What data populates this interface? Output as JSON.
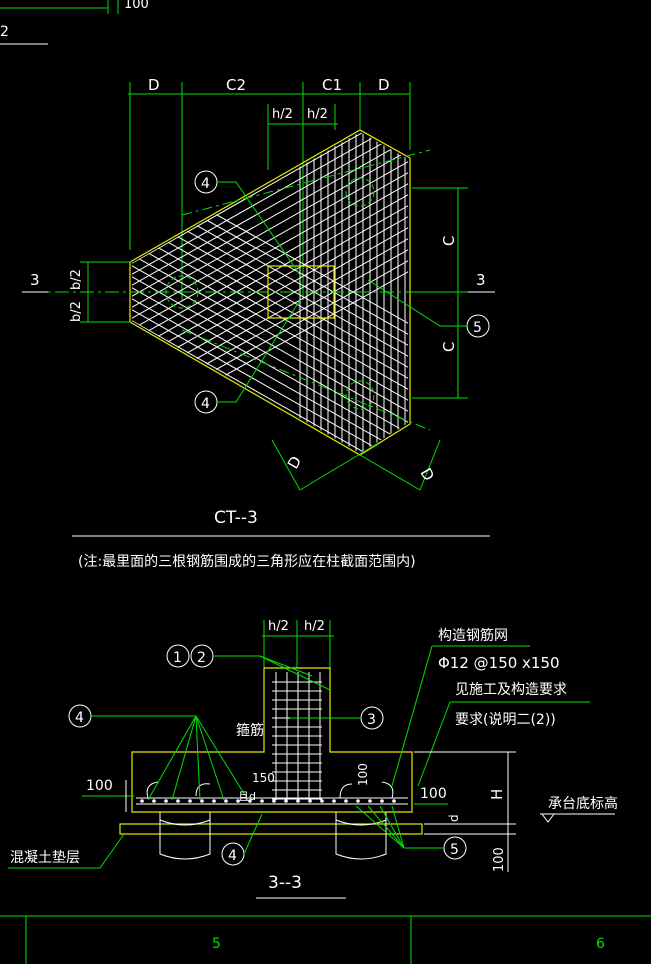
{
  "top_fragment": {
    "label_a": "2",
    "label_b": "100"
  },
  "plan": {
    "title": "CT--3",
    "note": "(注:最里面的三根钢筋围成的三角形应在柱截面范围内)",
    "dims_top": [
      "D",
      "C2",
      "C1",
      "D"
    ],
    "dims_half": [
      "h/2",
      "h/2"
    ],
    "dims_left": [
      "b/2",
      "b/2"
    ],
    "dims_right": [
      "C",
      "C"
    ],
    "dims_bottom": [
      "D",
      "D"
    ],
    "section_mark": "3",
    "callouts": [
      "4",
      "4",
      "5"
    ]
  },
  "section": {
    "title": "3--3",
    "dims_top": [
      "h/2",
      "h/2"
    ],
    "callouts": [
      "1",
      "2",
      "3",
      "4",
      "4",
      "5"
    ],
    "labels": {
      "stirrup": "箍筋",
      "mesh_title": "构造钢筋网",
      "mesh_spec": "Φ12 @150 x150",
      "see_note1": "见施工及构造要求",
      "see_note2": "要求(说明二(2))",
      "bed": "混凝土垫层",
      "bottom_elev": "承台底标高",
      "d100_left": "100",
      "d100_right": "100",
      "d100_bottom": "100",
      "d150": "150",
      "d100_vert": "100",
      "H": "H",
      "d_label": "d",
      "ld": "且d"
    }
  },
  "grid": {
    "cells": [
      "5",
      "6"
    ]
  }
}
